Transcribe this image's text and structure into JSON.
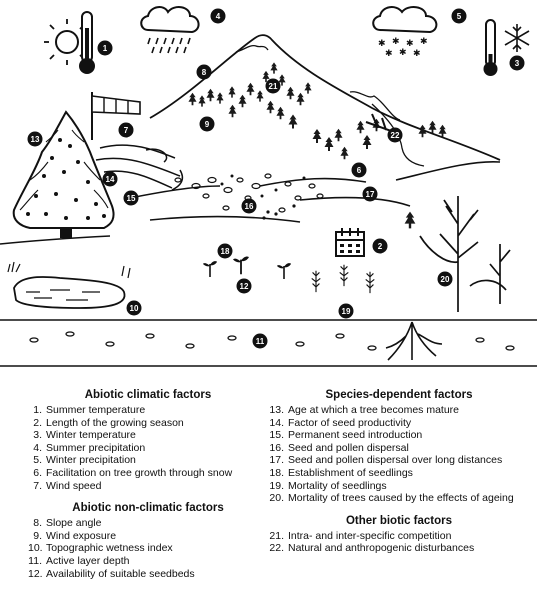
{
  "markers": [
    "1",
    "2",
    "3",
    "4",
    "5",
    "6",
    "7",
    "8",
    "9",
    "10",
    "11",
    "12",
    "13",
    "14",
    "15",
    "16",
    "17",
    "18",
    "19",
    "20",
    "21",
    "22"
  ],
  "legend": {
    "abiotic_climatic": {
      "heading": "Abiotic climatic factors",
      "items": [
        {
          "n": "1.",
          "t": "Summer temperature"
        },
        {
          "n": "2.",
          "t": "Length of the growing season"
        },
        {
          "n": "3.",
          "t": "Winter temperature"
        },
        {
          "n": "4.",
          "t": "Summer precipitation"
        },
        {
          "n": "5.",
          "t": "Winter precipitation"
        },
        {
          "n": "6.",
          "t": "Facilitation on tree growth through snow"
        },
        {
          "n": "7.",
          "t": "Wind speed"
        }
      ]
    },
    "abiotic_nonclimatic": {
      "heading": "Abiotic non-climatic factors",
      "items": [
        {
          "n": "8.",
          "t": "Slope angle"
        },
        {
          "n": "9.",
          "t": "Wind exposure"
        },
        {
          "n": "10.",
          "t": "Topographic wetness index"
        },
        {
          "n": "11.",
          "t": "Active layer depth"
        },
        {
          "n": "12.",
          "t": "Availability of suitable seedbeds"
        }
      ]
    },
    "species_dependent": {
      "heading": "Species-dependent factors",
      "items": [
        {
          "n": "13.",
          "t": "Age at which a tree becomes mature"
        },
        {
          "n": "14.",
          "t": "Factor of seed productivity"
        },
        {
          "n": "15.",
          "t": "Permanent seed introduction"
        },
        {
          "n": "16.",
          "t": "Seed and pollen dispersal"
        },
        {
          "n": "17.",
          "t": "Seed and pollen dispersal over long distances"
        },
        {
          "n": "18.",
          "t": "Establishment of seedlings"
        },
        {
          "n": "19.",
          "t": "Mortality of seedlings"
        },
        {
          "n": "20.",
          "t": "Mortality of trees caused by the effects of ageing"
        }
      ]
    },
    "other_biotic": {
      "heading": "Other biotic factors",
      "items": [
        {
          "n": "21.",
          "t": "Intra- and inter-specific competition"
        },
        {
          "n": "22.",
          "t": "Natural and anthropogenic disturbances"
        }
      ]
    }
  }
}
